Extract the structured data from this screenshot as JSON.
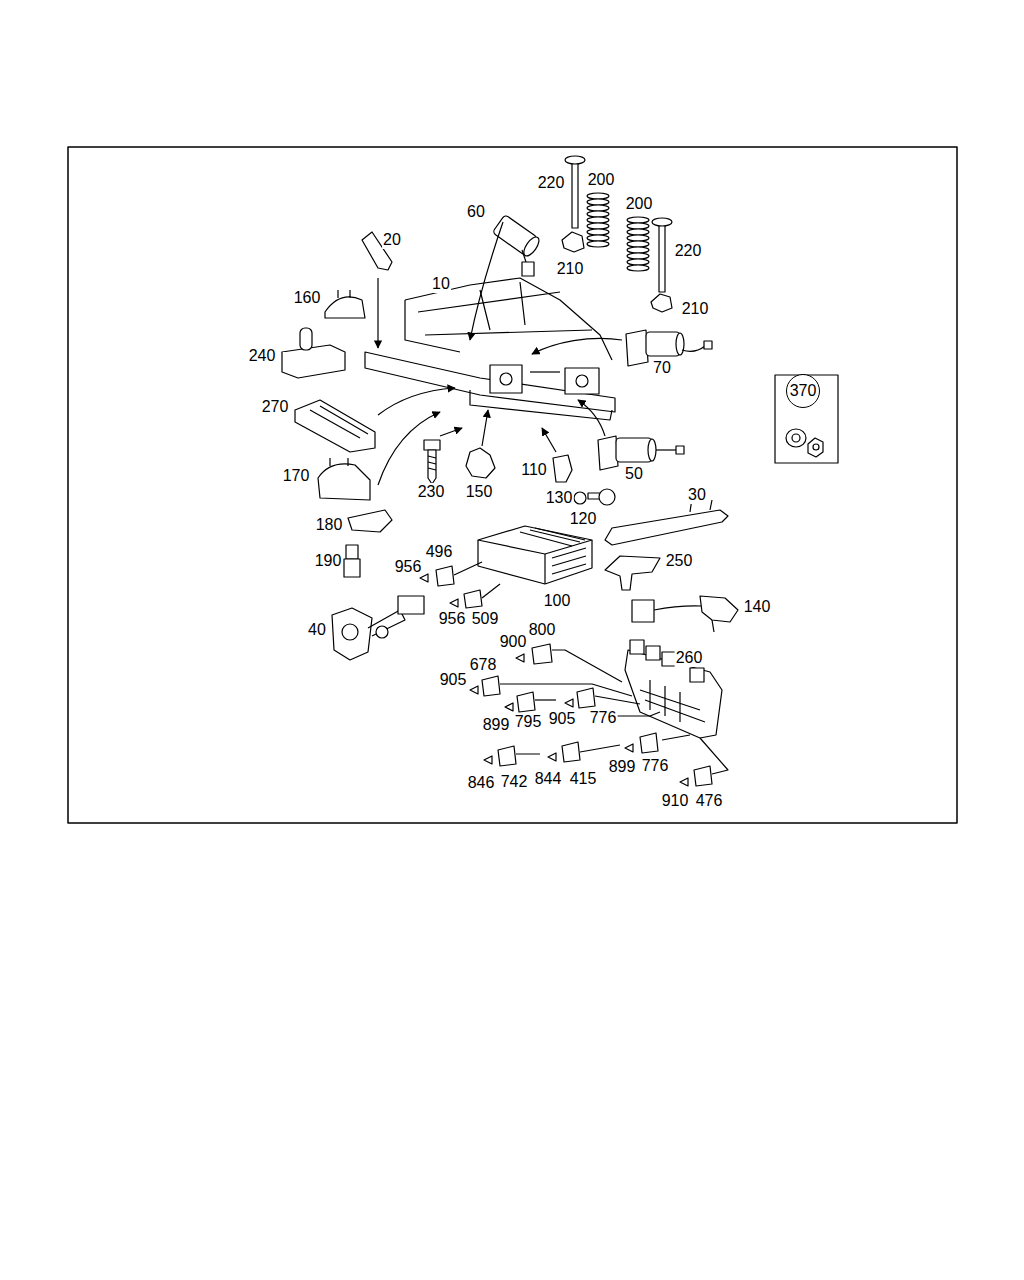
{
  "diagram": {
    "nodes": [
      {
        "text": [
          "370"
        ]
      }
    ],
    "edges": [],
    "labels": [
      "220",
      "200",
      "200",
      "60",
      "20",
      "220",
      "210",
      "10",
      "160",
      "210",
      "240",
      "70",
      "270",
      "110",
      "230",
      "150",
      "50",
      "170",
      "130",
      "30",
      "120",
      "180",
      "496",
      "956",
      "250",
      "190",
      "100",
      "956",
      "509",
      "40",
      "140",
      "900",
      "800",
      "260",
      "678",
      "905",
      "899",
      "795",
      "905",
      "776",
      "846",
      "742",
      "844",
      "415",
      "899",
      "776",
      "910",
      "476"
    ]
  }
}
